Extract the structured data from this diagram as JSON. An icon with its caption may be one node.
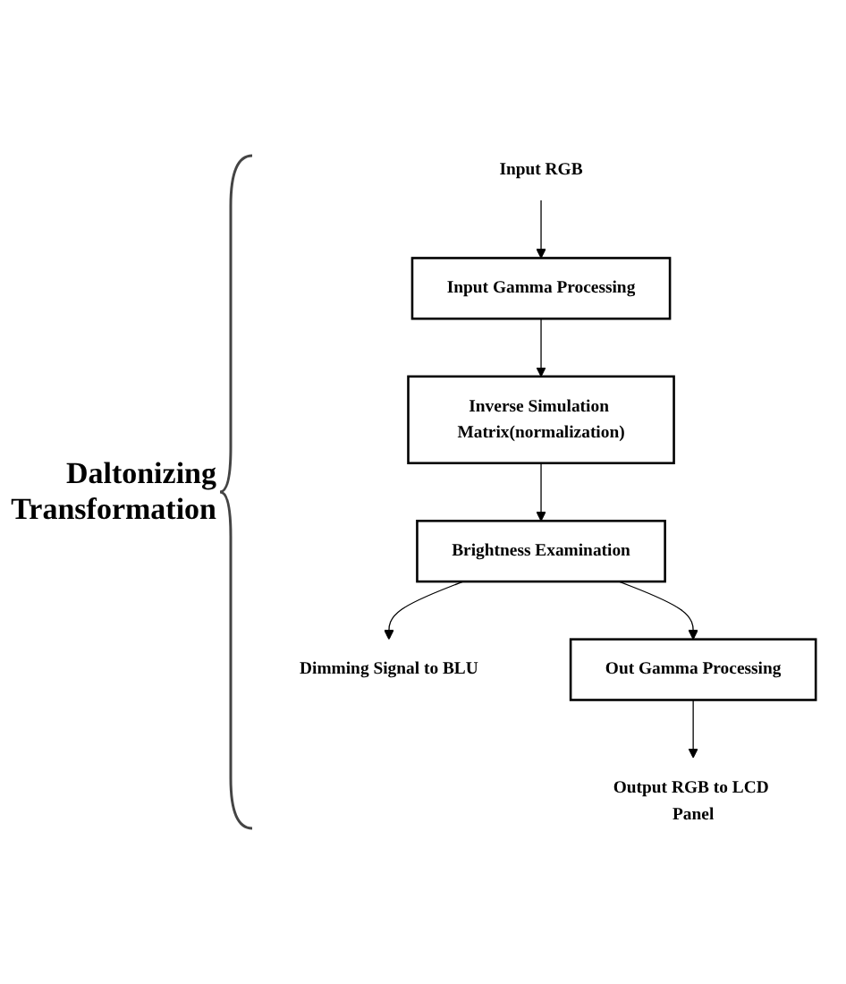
{
  "diagram": {
    "nodes": [
      {
        "text": [
          "Input RGB"
        ]
      },
      {
        "text": [
          "Input Gamma Processing"
        ]
      },
      {
        "text": [
          "Inverse Simulation Matrix(normalization)"
        ]
      },
      {
        "text": [
          "Brightness Examination"
        ]
      },
      {
        "text": [
          "Dimming Signal to BLU"
        ]
      },
      {
        "text": [
          "Out Gamma Processing"
        ]
      },
      {
        "text": [
          "Output RGB to LCD Panel"
        ]
      }
    ],
    "edges": [
      {
        "from": 0,
        "to": 1,
        "arrow": "to"
      },
      {
        "from": 1,
        "to": 2,
        "arrow": "to"
      },
      {
        "from": 2,
        "to": 3,
        "arrow": "to"
      },
      {
        "from": 3,
        "to": 4,
        "arrow": "to"
      },
      {
        "from": 3,
        "to": 5,
        "arrow": "to"
      },
      {
        "from": 5,
        "to": 6,
        "arrow": "to"
      }
    ],
    "labels": [
      "Daltonizing Transformation"
    ]
  }
}
